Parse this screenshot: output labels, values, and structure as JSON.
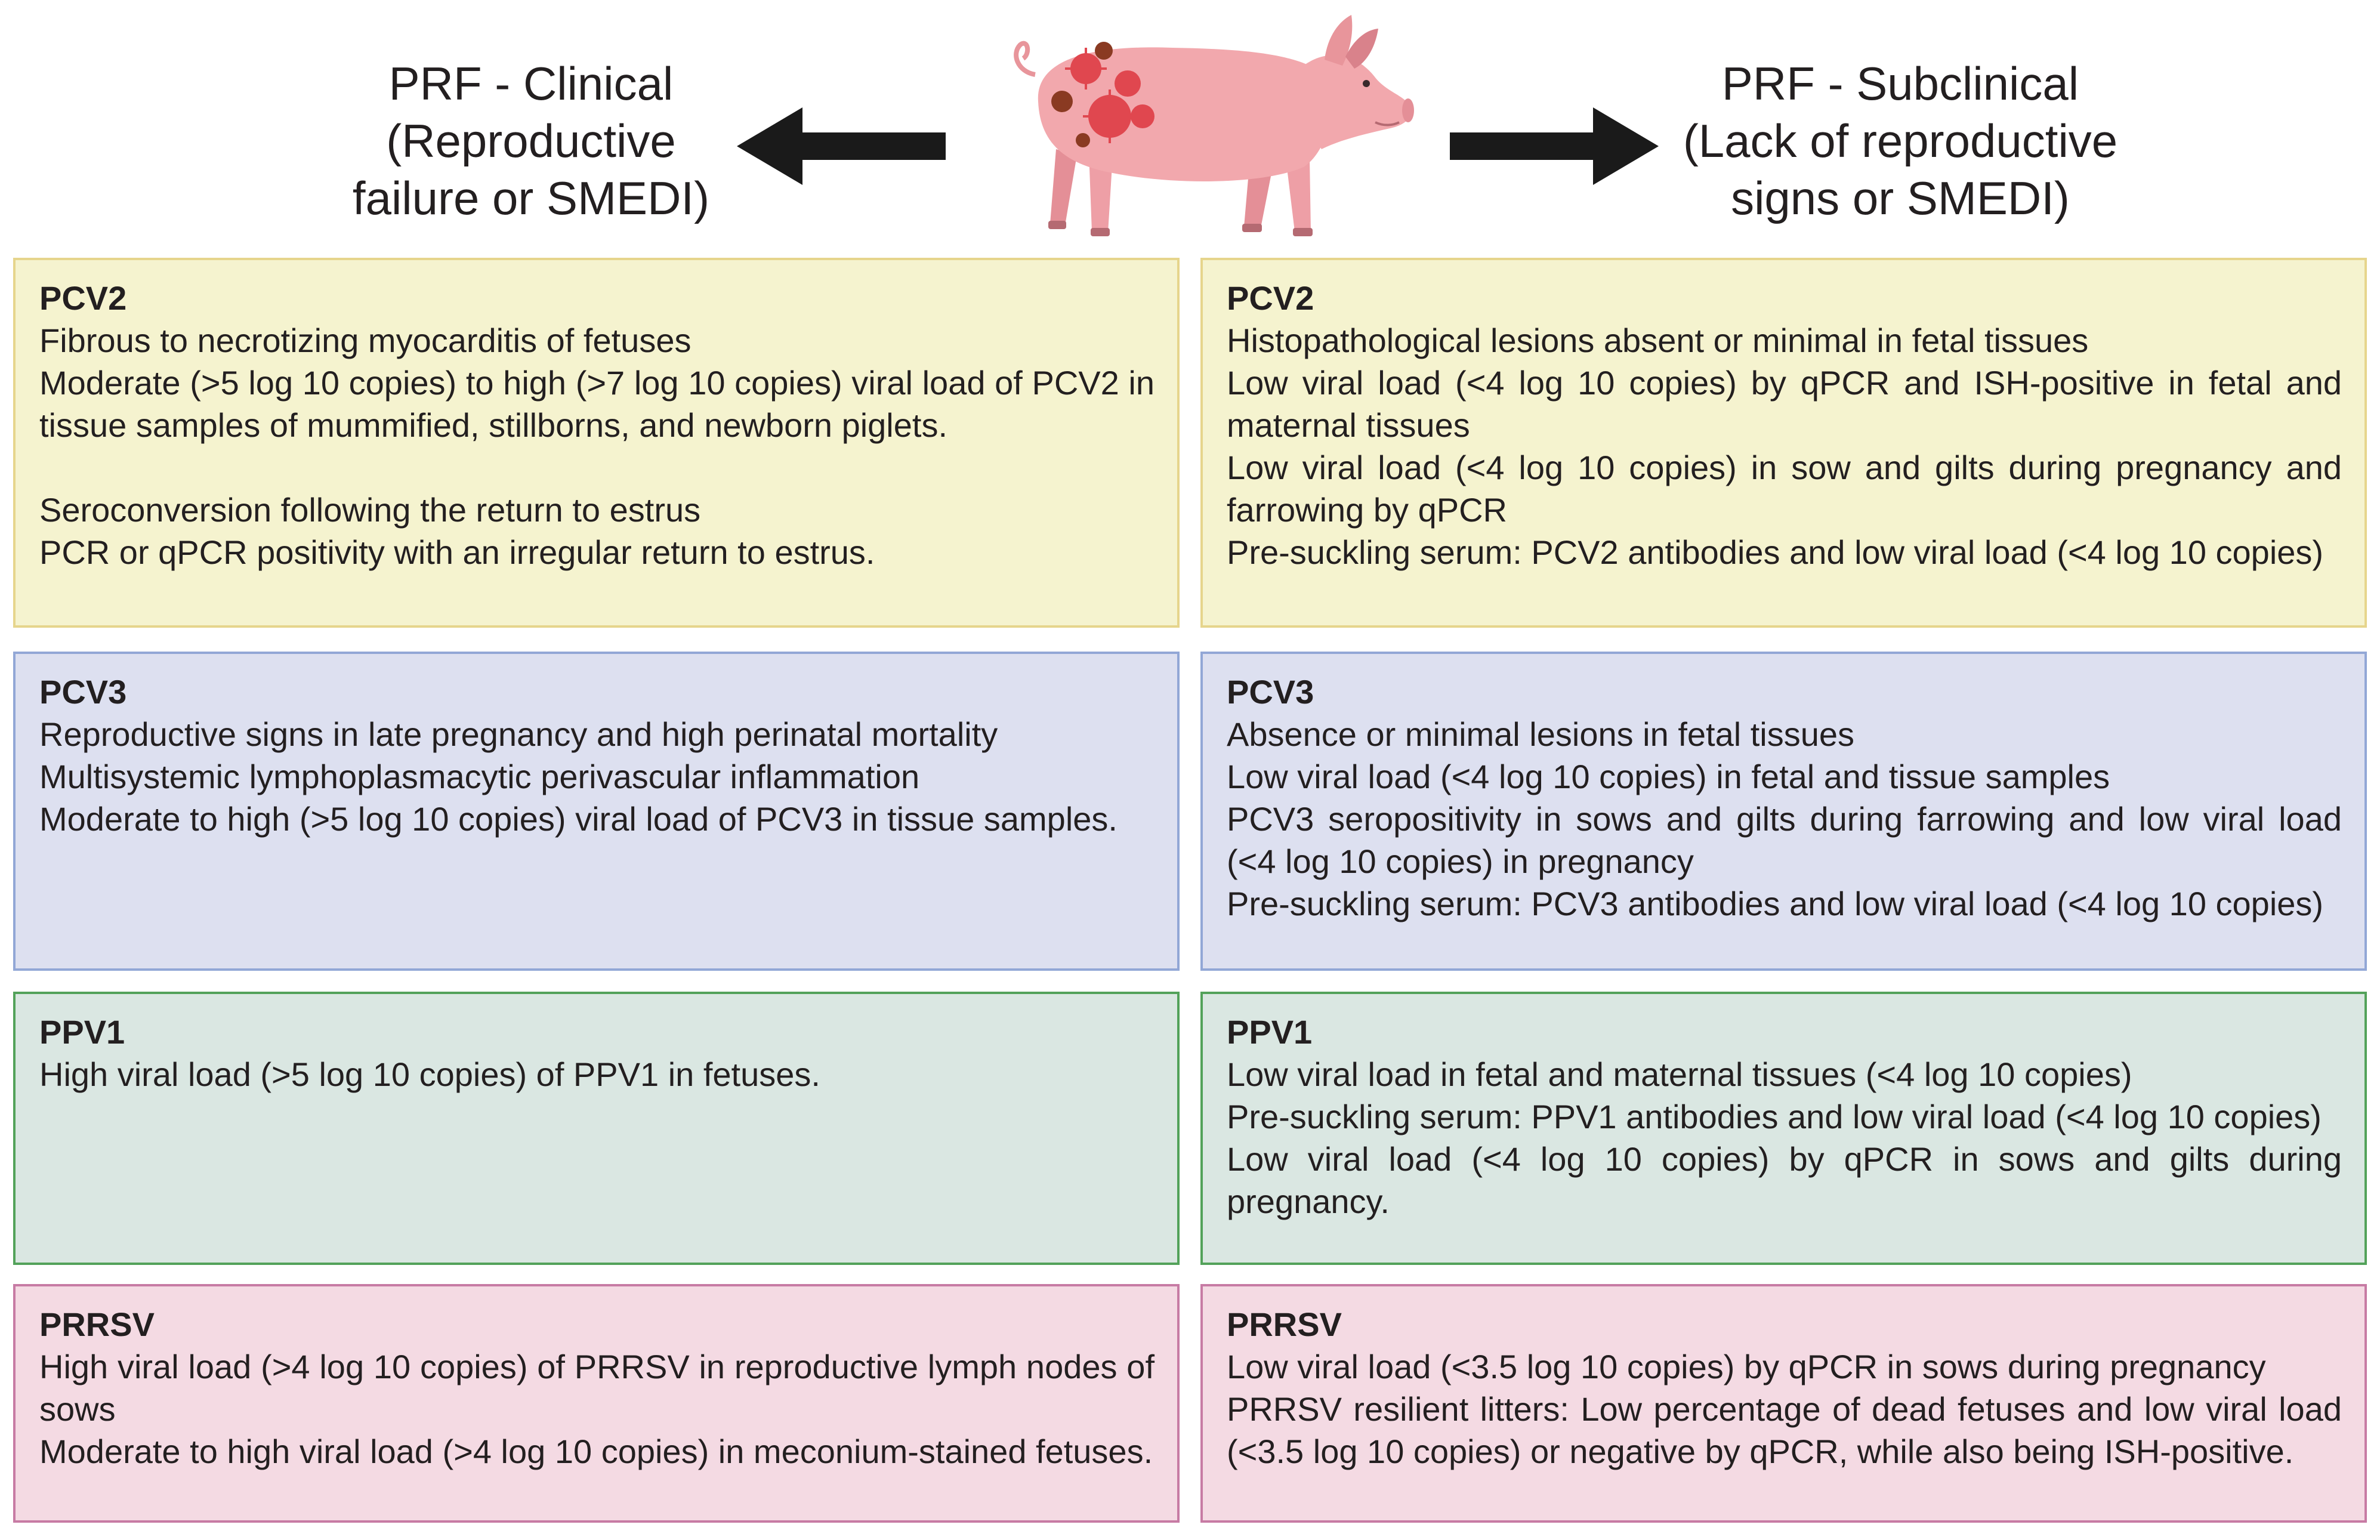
{
  "header": {
    "left_title": [
      "PRF - Clinical",
      "(Reproductive",
      "failure or SMEDI)"
    ],
    "right_title": [
      "PRF - Subclinical",
      "(Lack of reproductive",
      "signs or SMEDI)"
    ]
  },
  "colors": {
    "pcv2_fill": "#f5f3cf",
    "pcv2_border": "#e6d58c",
    "pcv3_fill": "#dde0f0",
    "pcv3_border": "#92a7d6",
    "ppv1_fill": "#dae7e2",
    "ppv1_border": "#53a25a",
    "prrsv_fill": "#f4dae3",
    "prrsv_border": "#c77ba4",
    "pig": "#f2a8ad",
    "virus": "#e0474f"
  },
  "clinical": {
    "pcv2": {
      "title": "PCV2",
      "lines": [
        "Fibrous to necrotizing myocarditis of fetuses",
        "Moderate (>5 log 10 copies) to high (>7 log 10 copies) viral load of PCV2 in tissue samples of mummified, stillborns, and newborn piglets.",
        "Seroconversion following the return to estrus",
        "PCR or qPCR positivity with an irregular return to estrus."
      ]
    },
    "pcv3": {
      "title": "PCV3",
      "lines": [
        "Reproductive signs in late pregnancy and high perinatal mortality",
        "Multisystemic lymphoplasmacytic perivascular inflammation",
        "Moderate to high (>5 log 10 copies) viral load of PCV3 in tissue samples."
      ]
    },
    "ppv1": {
      "title": "PPV1",
      "lines": [
        "High viral load (>5 log 10 copies) of PPV1 in fetuses."
      ]
    },
    "prrsv": {
      "title": "PRRSV",
      "lines": [
        "High viral load (>4 log 10 copies) of PRRSV in reproductive lymph nodes of sows",
        "Moderate to high viral load (>4 log 10 copies) in meconium-stained fetuses."
      ]
    }
  },
  "subclinical": {
    "pcv2": {
      "title": "PCV2",
      "lines": [
        "Histopathological lesions absent or minimal in fetal tissues",
        "Low viral load (<4 log 10 copies) by qPCR and ISH-positive in fetal and maternal tissues",
        "Low viral load (<4 log 10 copies) in sow and gilts during pregnancy and farrowing by qPCR",
        "Pre-suckling serum: PCV2 antibodies and low viral load (<4 log 10 copies)"
      ]
    },
    "pcv3": {
      "title": "PCV3",
      "lines": [
        "Absence or minimal lesions in fetal tissues",
        "Low viral load (<4 log 10 copies) in fetal and tissue samples",
        "PCV3 seropositivity in sows and gilts during farrowing and low viral load (<4 log 10 copies) in pregnancy",
        "Pre-suckling serum: PCV3 antibodies and low viral load (<4 log 10 copies)"
      ]
    },
    "ppv1": {
      "title": "PPV1",
      "lines": [
        "Low viral load in fetal and maternal tissues (<4 log 10 copies)",
        "Pre-suckling serum: PPV1 antibodies and low viral load (<4 log 10 copies)",
        "Low viral load (<4 log 10 copies) by qPCR in sows and gilts during pregnancy."
      ]
    },
    "prrsv": {
      "title": "PRRSV",
      "lines": [
        "Low viral load (<3.5 log 10 copies) by qPCR in sows during pregnancy",
        "PRRSV resilient litters: Low percentage of dead fetuses and low viral load (<3.5 log 10 copies) or negative by qPCR, while also being ISH-positive."
      ]
    }
  }
}
